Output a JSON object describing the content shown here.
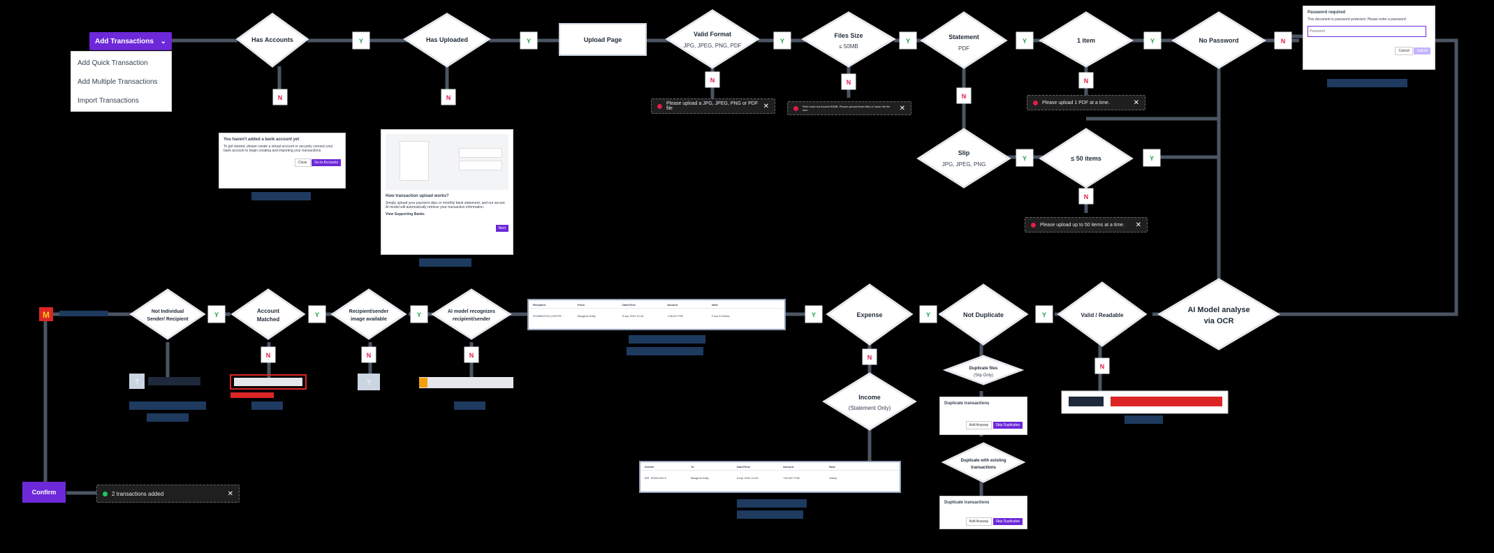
{
  "menu": {
    "button_label": "Add Transactions",
    "items": [
      "Add Quick Transaction",
      "Add Multiple Transactions",
      "Import Transactions"
    ]
  },
  "decisions": {
    "has_accounts": "Has Accounts",
    "has_uploaded": "Has Uploaded",
    "valid_format": "Valid Format",
    "valid_format_sub": "JPG, JPEG, PNG, PDF",
    "files_size": "Files Size",
    "files_size_sub": "≤ 50MB",
    "statement": "Statement",
    "statement_sub": "PDF",
    "one_item": "1 item",
    "no_password": "No Password",
    "slip": "Slip",
    "slip_sub": "JPG, JPEG, PNG",
    "le_50_items": "≤ 50 items",
    "ai_ocr_line1": "AI Model analyse",
    "ai_ocr_line2": "via OCR",
    "valid_readable": "Valid / Readable",
    "not_duplicate": "Not Duplicate",
    "expense": "Expense",
    "income": "Income",
    "income_sub": "(Statement Only)",
    "duplicate_files": "Duplicate files",
    "duplicate_files_sub": "(Slip Only)",
    "duplicate_existing_1": "Duplicate with existing",
    "duplicate_existing_2": "transactions",
    "ai_recognizes_1": "AI model recognizes",
    "ai_recognizes_2": "recipient/sender",
    "image_available_1": "Recipient/sender",
    "image_available_2": "image available",
    "account_matched_1": "Account",
    "account_matched_2": "Matched",
    "not_individual_1": "Not Individual",
    "not_individual_2": "Sender/ Recipient"
  },
  "labels": {
    "yes": "Y",
    "no": "N"
  },
  "upload_page": "Upload Page",
  "confirm": "Confirm",
  "toasts": {
    "format_error": "Please upload a JPG, JPEG, PNG or PDF file",
    "size_error": "Files must not exceed 50MB. Please upload fewer files or lower the file size.",
    "one_pdf": "Please upload 1 PDF at a time.",
    "fifty_items": "Please upload up to 50 items at a time.",
    "success": "2 transactions added"
  },
  "password_dialog": {
    "title": "Password required",
    "body": "This document is password protected. Please enter a password.",
    "placeholder": "Password",
    "cancel": "Cancel",
    "submit": "Submit"
  },
  "no_account_dialog": {
    "title": "You haven't added a bank account yet",
    "body": "To get started, please create a virtual account or securely connect your bank account to begin creating and importing your transactions.",
    "close": "Close",
    "go": "Go to Accounts"
  },
  "how_dialog": {
    "title": "How transaction upload works?",
    "body": "Simply upload your payment slips or monthly bank statement, and our secure AI model will automatically retrieve your transaction information.",
    "link": "View Supporting Banks",
    "next": "Next"
  },
  "duplicate_dialog": {
    "title": "Duplicate transactions",
    "add": "Add Anyway",
    "skip": "Skip Duplicates"
  },
  "expense_row": {
    "headers": [
      "Recipient",
      "From",
      "Date/Time",
      "Amount",
      "Note"
    ],
    "cells": [
      "STARBUCKS (CENTR...",
      "Bangkok Daily",
      "8 Apr 2024 12:40",
      "-138.00 THB",
      "Food & Drinks"
    ]
  },
  "income_row": {
    "headers": [
      "Sender",
      "To",
      "Date/Time",
      "Amount",
      "Note"
    ],
    "cells": [
      "MR. SOMCHAI S",
      "Bangkok Daily",
      "8 Apr 2024 10:30",
      "+99,000 THB",
      "Salary"
    ]
  },
  "colors": {
    "accent": "#6d28d9",
    "connector": "#4b5563",
    "danger": "#e11d48"
  }
}
